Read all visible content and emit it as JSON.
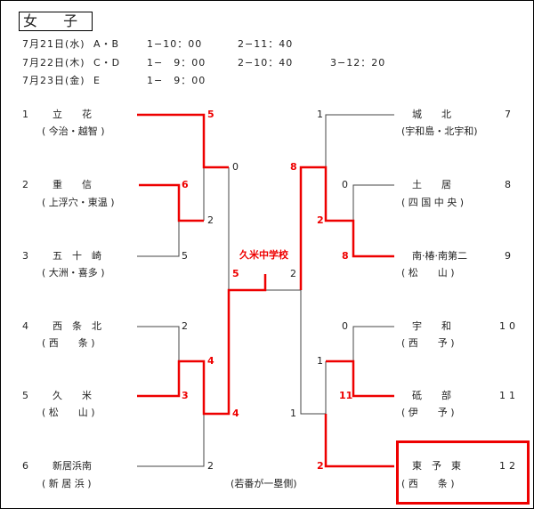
{
  "title": "女 子",
  "schedule": [
    {
      "date": "7月21日(水)",
      "blocks": "A・B",
      "times": [
        "1−10：00",
        "2−11：40"
      ]
    },
    {
      "date": "7月22日(木)",
      "blocks": "C・D",
      "times": [
        "1−　9：00",
        "2−10：40",
        "3−12：20"
      ]
    },
    {
      "date": "7月23日(金)",
      "blocks": "E",
      "times": [
        "1−　9：00"
      ]
    }
  ],
  "teams": [
    {
      "no": "1",
      "name": "立　　花",
      "area": "( 今治・越智 )"
    },
    {
      "no": "2",
      "name": "重　　信",
      "area": "( 上浮穴・東温 )"
    },
    {
      "no": "3",
      "name": "五　十　崎",
      "area": "( 大洲・喜多 )"
    },
    {
      "no": "4",
      "name": "西　条　北",
      "area": "( 西　　条 )"
    },
    {
      "no": "5",
      "name": "久　　米",
      "area": "( 松　　山 )"
    },
    {
      "no": "6",
      "name": "新居浜南",
      "area": "( 新 居 浜 )"
    },
    {
      "no": "7",
      "name": "城　　北",
      "area": "(宇和島・北宇和)"
    },
    {
      "no": "8",
      "name": "土　　居",
      "area": "( 四 国 中 央 )"
    },
    {
      "no": "9",
      "name": "南·椿·南第二",
      "area": "( 松　　山 )"
    },
    {
      "no": "10",
      "name": "宇　　和",
      "area": "( 西　　予 )"
    },
    {
      "no": "11",
      "name": "砥　　部",
      "area": "( 伊　　予 )"
    },
    {
      "no": "12",
      "name": "東　予　東",
      "area": "( 西　　条 )"
    }
  ],
  "scores": {
    "s1": "5",
    "s2": "6",
    "s3": "5",
    "s23": "2",
    "s1b": "0",
    "s4": "2",
    "s5": "3",
    "s45": "4",
    "s6": "2",
    "s456": "4",
    "finalL": "5",
    "finalR": "2",
    "s7": "1",
    "s7b": "8",
    "s8": "0",
    "s9": "8",
    "s89": "2",
    "s10": "0",
    "s11": "11",
    "s1011": "1",
    "s12": "2",
    "s1012": "1"
  },
  "winner": "久米中学校",
  "note": "(若番が一塁側)",
  "colors": {
    "win": "#e00000",
    "line": "#444444"
  }
}
